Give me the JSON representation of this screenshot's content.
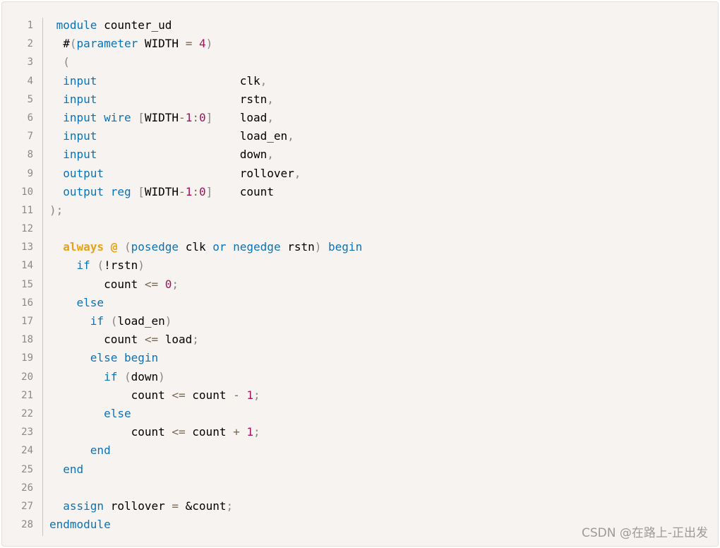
{
  "line_numbers": [
    "1",
    "2",
    "3",
    "4",
    "5",
    "6",
    "7",
    "8",
    "9",
    "10",
    "11",
    "12",
    "13",
    "14",
    "15",
    "16",
    "17",
    "18",
    "19",
    "20",
    "21",
    "22",
    "23",
    "24",
    "25",
    "26",
    "27",
    "28"
  ],
  "code_lines": [
    [
      {
        "t": " module",
        "c": "kw"
      },
      {
        "t": " counter_ud",
        "c": ""
      }
    ],
    [
      {
        "t": "  #",
        "c": ""
      },
      {
        "t": "(",
        "c": "punc"
      },
      {
        "t": "parameter",
        "c": "kw"
      },
      {
        "t": " WIDTH ",
        "c": ""
      },
      {
        "t": "=",
        "c": "op"
      },
      {
        "t": " ",
        "c": ""
      },
      {
        "t": "4",
        "c": "num"
      },
      {
        "t": ")",
        "c": "punc"
      }
    ],
    [
      {
        "t": "  (",
        "c": "punc"
      }
    ],
    [
      {
        "t": "  input",
        "c": "kw"
      },
      {
        "t": "                     clk",
        "c": ""
      },
      {
        "t": ",",
        "c": "punc"
      }
    ],
    [
      {
        "t": "  input",
        "c": "kw"
      },
      {
        "t": "                     rstn",
        "c": ""
      },
      {
        "t": ",",
        "c": "punc"
      }
    ],
    [
      {
        "t": "  input wire",
        "c": "kw"
      },
      {
        "t": " ",
        "c": ""
      },
      {
        "t": "[",
        "c": "punc"
      },
      {
        "t": "WIDTH",
        "c": ""
      },
      {
        "t": "-",
        "c": "op"
      },
      {
        "t": "1",
        "c": "num"
      },
      {
        "t": ":",
        "c": "op"
      },
      {
        "t": "0",
        "c": "num"
      },
      {
        "t": "]",
        "c": "punc"
      },
      {
        "t": "    load",
        "c": ""
      },
      {
        "t": ",",
        "c": "punc"
      }
    ],
    [
      {
        "t": "  input",
        "c": "kw"
      },
      {
        "t": "                     load_en",
        "c": ""
      },
      {
        "t": ",",
        "c": "punc"
      }
    ],
    [
      {
        "t": "  input",
        "c": "kw"
      },
      {
        "t": "                     down",
        "c": ""
      },
      {
        "t": ",",
        "c": "punc"
      }
    ],
    [
      {
        "t": "  output",
        "c": "kw"
      },
      {
        "t": "                    rollover",
        "c": ""
      },
      {
        "t": ",",
        "c": "punc"
      }
    ],
    [
      {
        "t": "  output reg",
        "c": "kw"
      },
      {
        "t": " ",
        "c": ""
      },
      {
        "t": "[",
        "c": "punc"
      },
      {
        "t": "WIDTH",
        "c": ""
      },
      {
        "t": "-",
        "c": "op"
      },
      {
        "t": "1",
        "c": "num"
      },
      {
        "t": ":",
        "c": "op"
      },
      {
        "t": "0",
        "c": "num"
      },
      {
        "t": "]",
        "c": "punc"
      },
      {
        "t": "    count",
        "c": ""
      }
    ],
    [
      {
        "t": ");",
        "c": "punc"
      }
    ],
    [
      {
        "t": "",
        "c": ""
      }
    ],
    [
      {
        "t": "  ",
        "c": ""
      },
      {
        "t": "always",
        "c": "alw"
      },
      {
        "t": " ",
        "c": ""
      },
      {
        "t": "@",
        "c": "alw"
      },
      {
        "t": " ",
        "c": ""
      },
      {
        "t": "(",
        "c": "punc"
      },
      {
        "t": "posedge",
        "c": "kw"
      },
      {
        "t": " clk ",
        "c": ""
      },
      {
        "t": "or",
        "c": "kw"
      },
      {
        "t": " ",
        "c": ""
      },
      {
        "t": "negedge",
        "c": "kw"
      },
      {
        "t": " rstn",
        "c": ""
      },
      {
        "t": ")",
        "c": "punc"
      },
      {
        "t": " ",
        "c": ""
      },
      {
        "t": "begin",
        "c": "kw"
      }
    ],
    [
      {
        "t": "    if",
        "c": "kw"
      },
      {
        "t": " ",
        "c": ""
      },
      {
        "t": "(",
        "c": "punc"
      },
      {
        "t": "!rstn",
        "c": ""
      },
      {
        "t": ")",
        "c": "punc"
      }
    ],
    [
      {
        "t": "        count ",
        "c": ""
      },
      {
        "t": "<=",
        "c": "op"
      },
      {
        "t": " ",
        "c": ""
      },
      {
        "t": "0",
        "c": "num"
      },
      {
        "t": ";",
        "c": "punc"
      }
    ],
    [
      {
        "t": "    else",
        "c": "kw"
      }
    ],
    [
      {
        "t": "      if",
        "c": "kw"
      },
      {
        "t": " ",
        "c": ""
      },
      {
        "t": "(",
        "c": "punc"
      },
      {
        "t": "load_en",
        "c": ""
      },
      {
        "t": ")",
        "c": "punc"
      }
    ],
    [
      {
        "t": "        count ",
        "c": ""
      },
      {
        "t": "<=",
        "c": "op"
      },
      {
        "t": " load",
        "c": ""
      },
      {
        "t": ";",
        "c": "punc"
      }
    ],
    [
      {
        "t": "      else begin",
        "c": "kw"
      }
    ],
    [
      {
        "t": "        if",
        "c": "kw"
      },
      {
        "t": " ",
        "c": ""
      },
      {
        "t": "(",
        "c": "punc"
      },
      {
        "t": "down",
        "c": ""
      },
      {
        "t": ")",
        "c": "punc"
      }
    ],
    [
      {
        "t": "            count ",
        "c": ""
      },
      {
        "t": "<=",
        "c": "op"
      },
      {
        "t": " count ",
        "c": ""
      },
      {
        "t": "-",
        "c": "op"
      },
      {
        "t": " ",
        "c": ""
      },
      {
        "t": "1",
        "c": "num"
      },
      {
        "t": ";",
        "c": "punc"
      }
    ],
    [
      {
        "t": "        else",
        "c": "kw"
      }
    ],
    [
      {
        "t": "            count ",
        "c": ""
      },
      {
        "t": "<=",
        "c": "op"
      },
      {
        "t": " count ",
        "c": ""
      },
      {
        "t": "+",
        "c": "op"
      },
      {
        "t": " ",
        "c": ""
      },
      {
        "t": "1",
        "c": "num"
      },
      {
        "t": ";",
        "c": "punc"
      }
    ],
    [
      {
        "t": "      end",
        "c": "kw"
      }
    ],
    [
      {
        "t": "  end",
        "c": "kw"
      }
    ],
    [
      {
        "t": "",
        "c": ""
      }
    ],
    [
      {
        "t": "  assign",
        "c": "kw"
      },
      {
        "t": " rollover ",
        "c": ""
      },
      {
        "t": "=",
        "c": "op"
      },
      {
        "t": " &count",
        "c": ""
      },
      {
        "t": ";",
        "c": "punc"
      }
    ],
    [
      {
        "t": "endmodule",
        "c": "kw"
      }
    ]
  ],
  "watermark": "CSDN @在路上-正出发",
  "colors": {
    "background": "#f6f3f0",
    "keyword": "#0b73b8",
    "number": "#a0145a",
    "always_keyword": "#e6a21a"
  }
}
